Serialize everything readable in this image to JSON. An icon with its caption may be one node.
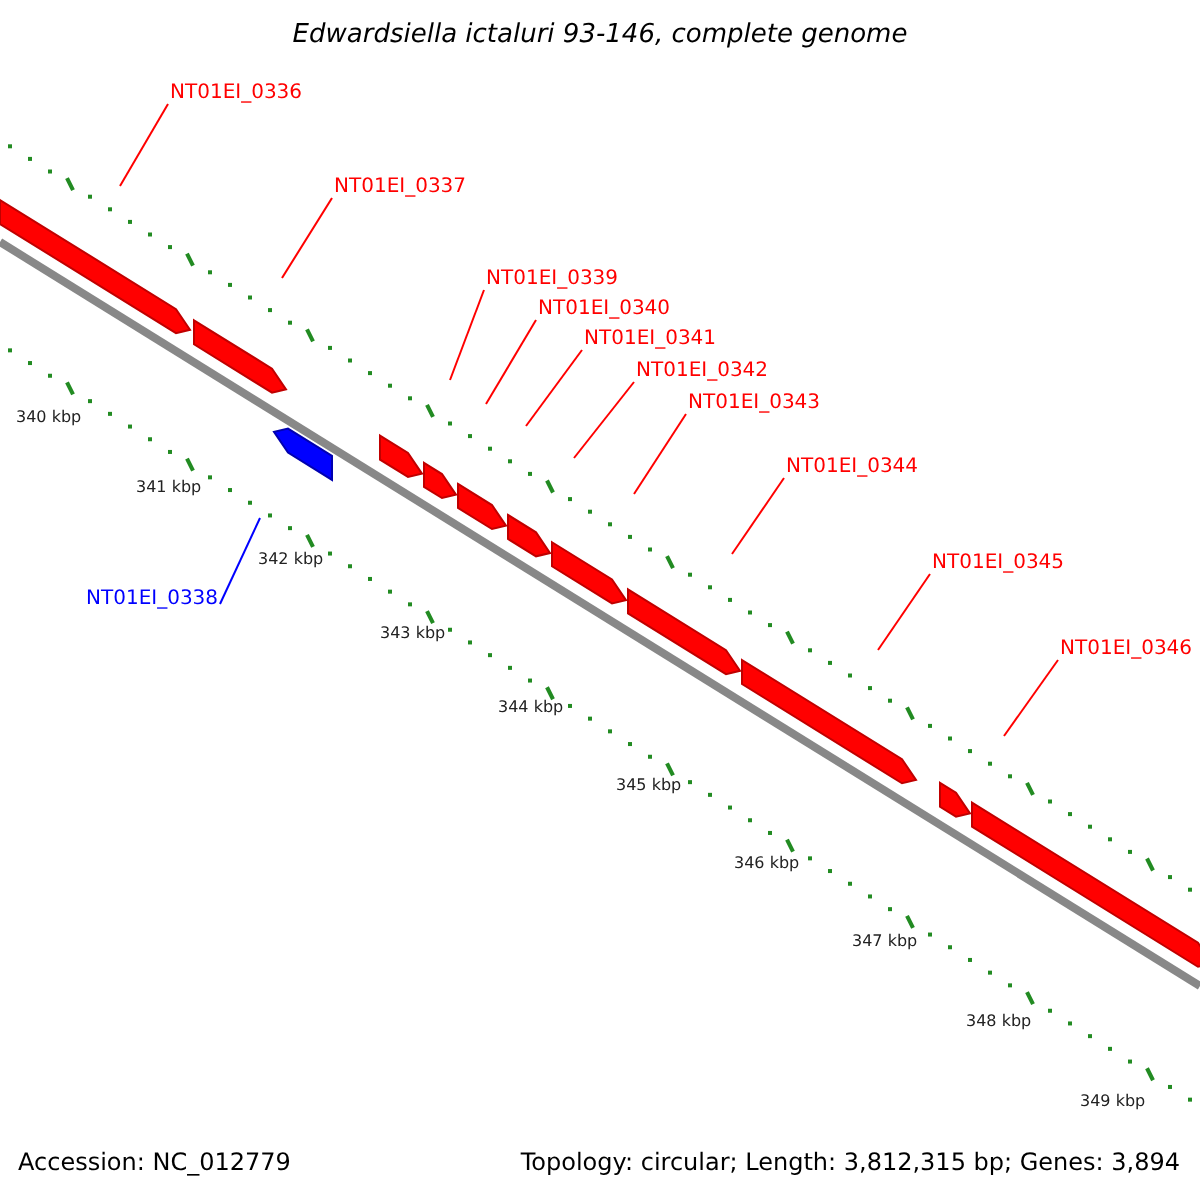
{
  "diagram": {
    "title": "Edwardsiella ictaluri 93-146, complete genome",
    "nodes": [
      {
        "text": [
          "NT01EI_0336"
        ]
      },
      {
        "text": [
          "NT01EI_0337"
        ]
      },
      {
        "text": [
          "NT01EI_0339"
        ]
      },
      {
        "text": [
          "NT01EI_0340"
        ]
      },
      {
        "text": [
          "NT01EI_0341"
        ]
      },
      {
        "text": [
          "NT01EI_0342"
        ]
      },
      {
        "text": [
          "NT01EI_0343"
        ]
      },
      {
        "text": [
          "NT01EI_0344"
        ]
      },
      {
        "text": [
          "NT01EI_0345"
        ]
      },
      {
        "text": [
          "NT01EI_0346"
        ]
      },
      {
        "text": [
          "NT01EI_0338"
        ]
      }
    ],
    "edges": [
      {
        "from": 0,
        "to": null,
        "arrow": "none"
      },
      {
        "from": 1,
        "to": null,
        "arrow": "none"
      },
      {
        "from": 2,
        "to": null,
        "arrow": "none"
      },
      {
        "from": 3,
        "to": null,
        "arrow": "none"
      },
      {
        "from": 4,
        "to": null,
        "arrow": "none"
      },
      {
        "from": 5,
        "to": null,
        "arrow": "none"
      },
      {
        "from": 6,
        "to": null,
        "arrow": "none"
      },
      {
        "from": 7,
        "to": null,
        "arrow": "none"
      },
      {
        "from": 8,
        "to": null,
        "arrow": "none"
      },
      {
        "from": 9,
        "to": null,
        "arrow": "none"
      },
      {
        "from": 10,
        "to": null,
        "arrow": "none",
        "color": "#0000ff"
      }
    ],
    "labels": [
      "340 kbp",
      "341 kbp",
      "342 kbp",
      "343 kbp",
      "344 kbp",
      "345 kbp",
      "346 kbp",
      "347 kbp",
      "348 kbp",
      "349 kbp",
      "Accession: NC_012779",
      "Topology: circular; Length: 3,812,315 bp; Genes: 3,894"
    ]
  }
}
